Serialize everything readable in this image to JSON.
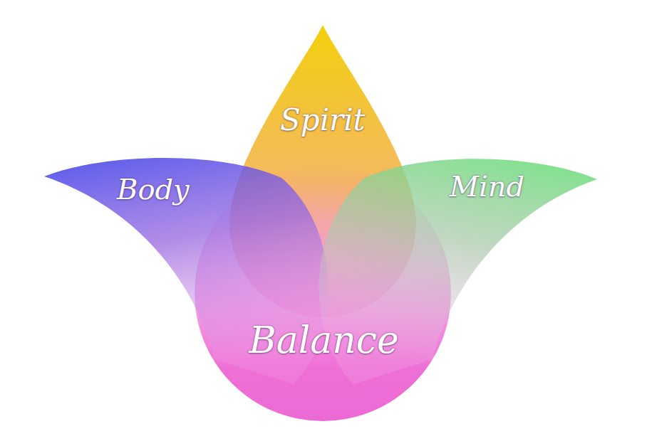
{
  "diagram": {
    "nodes": [
      {
        "text": [
          "Spirit"
        ]
      },
      {
        "text": [
          "Body"
        ]
      },
      {
        "text": [
          "Mind"
        ]
      },
      {
        "text": [
          "Balance"
        ]
      }
    ]
  }
}
